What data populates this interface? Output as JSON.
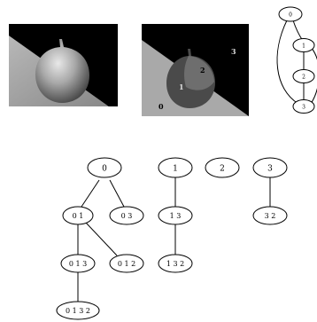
{
  "images": {
    "photo": {
      "description_icon": "fruit-photo"
    },
    "segmented": {
      "region_labels": [
        "0",
        "1",
        "2",
        "3"
      ]
    }
  },
  "adjacency_graph": {
    "nodes": [
      "0",
      "1",
      "2",
      "3"
    ],
    "edges": [
      [
        "0",
        "1"
      ],
      [
        "1",
        "2"
      ],
      [
        "2",
        "3"
      ],
      [
        "0",
        "3"
      ],
      [
        "1",
        "3"
      ]
    ]
  },
  "tree": {
    "nodes": [
      {
        "id": "n0",
        "label": "0"
      },
      {
        "id": "n01",
        "label": "0 1"
      },
      {
        "id": "n03",
        "label": "0 3"
      },
      {
        "id": "n013",
        "label": "0 1 3"
      },
      {
        "id": "n012",
        "label": "0 1 2"
      },
      {
        "id": "n0132",
        "label": "0 1 3 2"
      },
      {
        "id": "n1",
        "label": "1"
      },
      {
        "id": "n13",
        "label": "1 3"
      },
      {
        "id": "n132",
        "label": "1 3 2"
      },
      {
        "id": "n2",
        "label": "2"
      },
      {
        "id": "n3",
        "label": "3"
      },
      {
        "id": "n32",
        "label": "3 2"
      }
    ],
    "edges": [
      [
        "n0",
        "n01"
      ],
      [
        "n0",
        "n03"
      ],
      [
        "n01",
        "n013"
      ],
      [
        "n01",
        "n012"
      ],
      [
        "n013",
        "n0132"
      ],
      [
        "n1",
        "n13"
      ],
      [
        "n13",
        "n132"
      ],
      [
        "n3",
        "n32"
      ]
    ]
  },
  "colors": {
    "background": "#ffffff",
    "dark": "#000000",
    "light_gray": "#a9a9a9",
    "mid_gray": "#6e6e6e",
    "dark_gray": "#4a4a4a"
  }
}
